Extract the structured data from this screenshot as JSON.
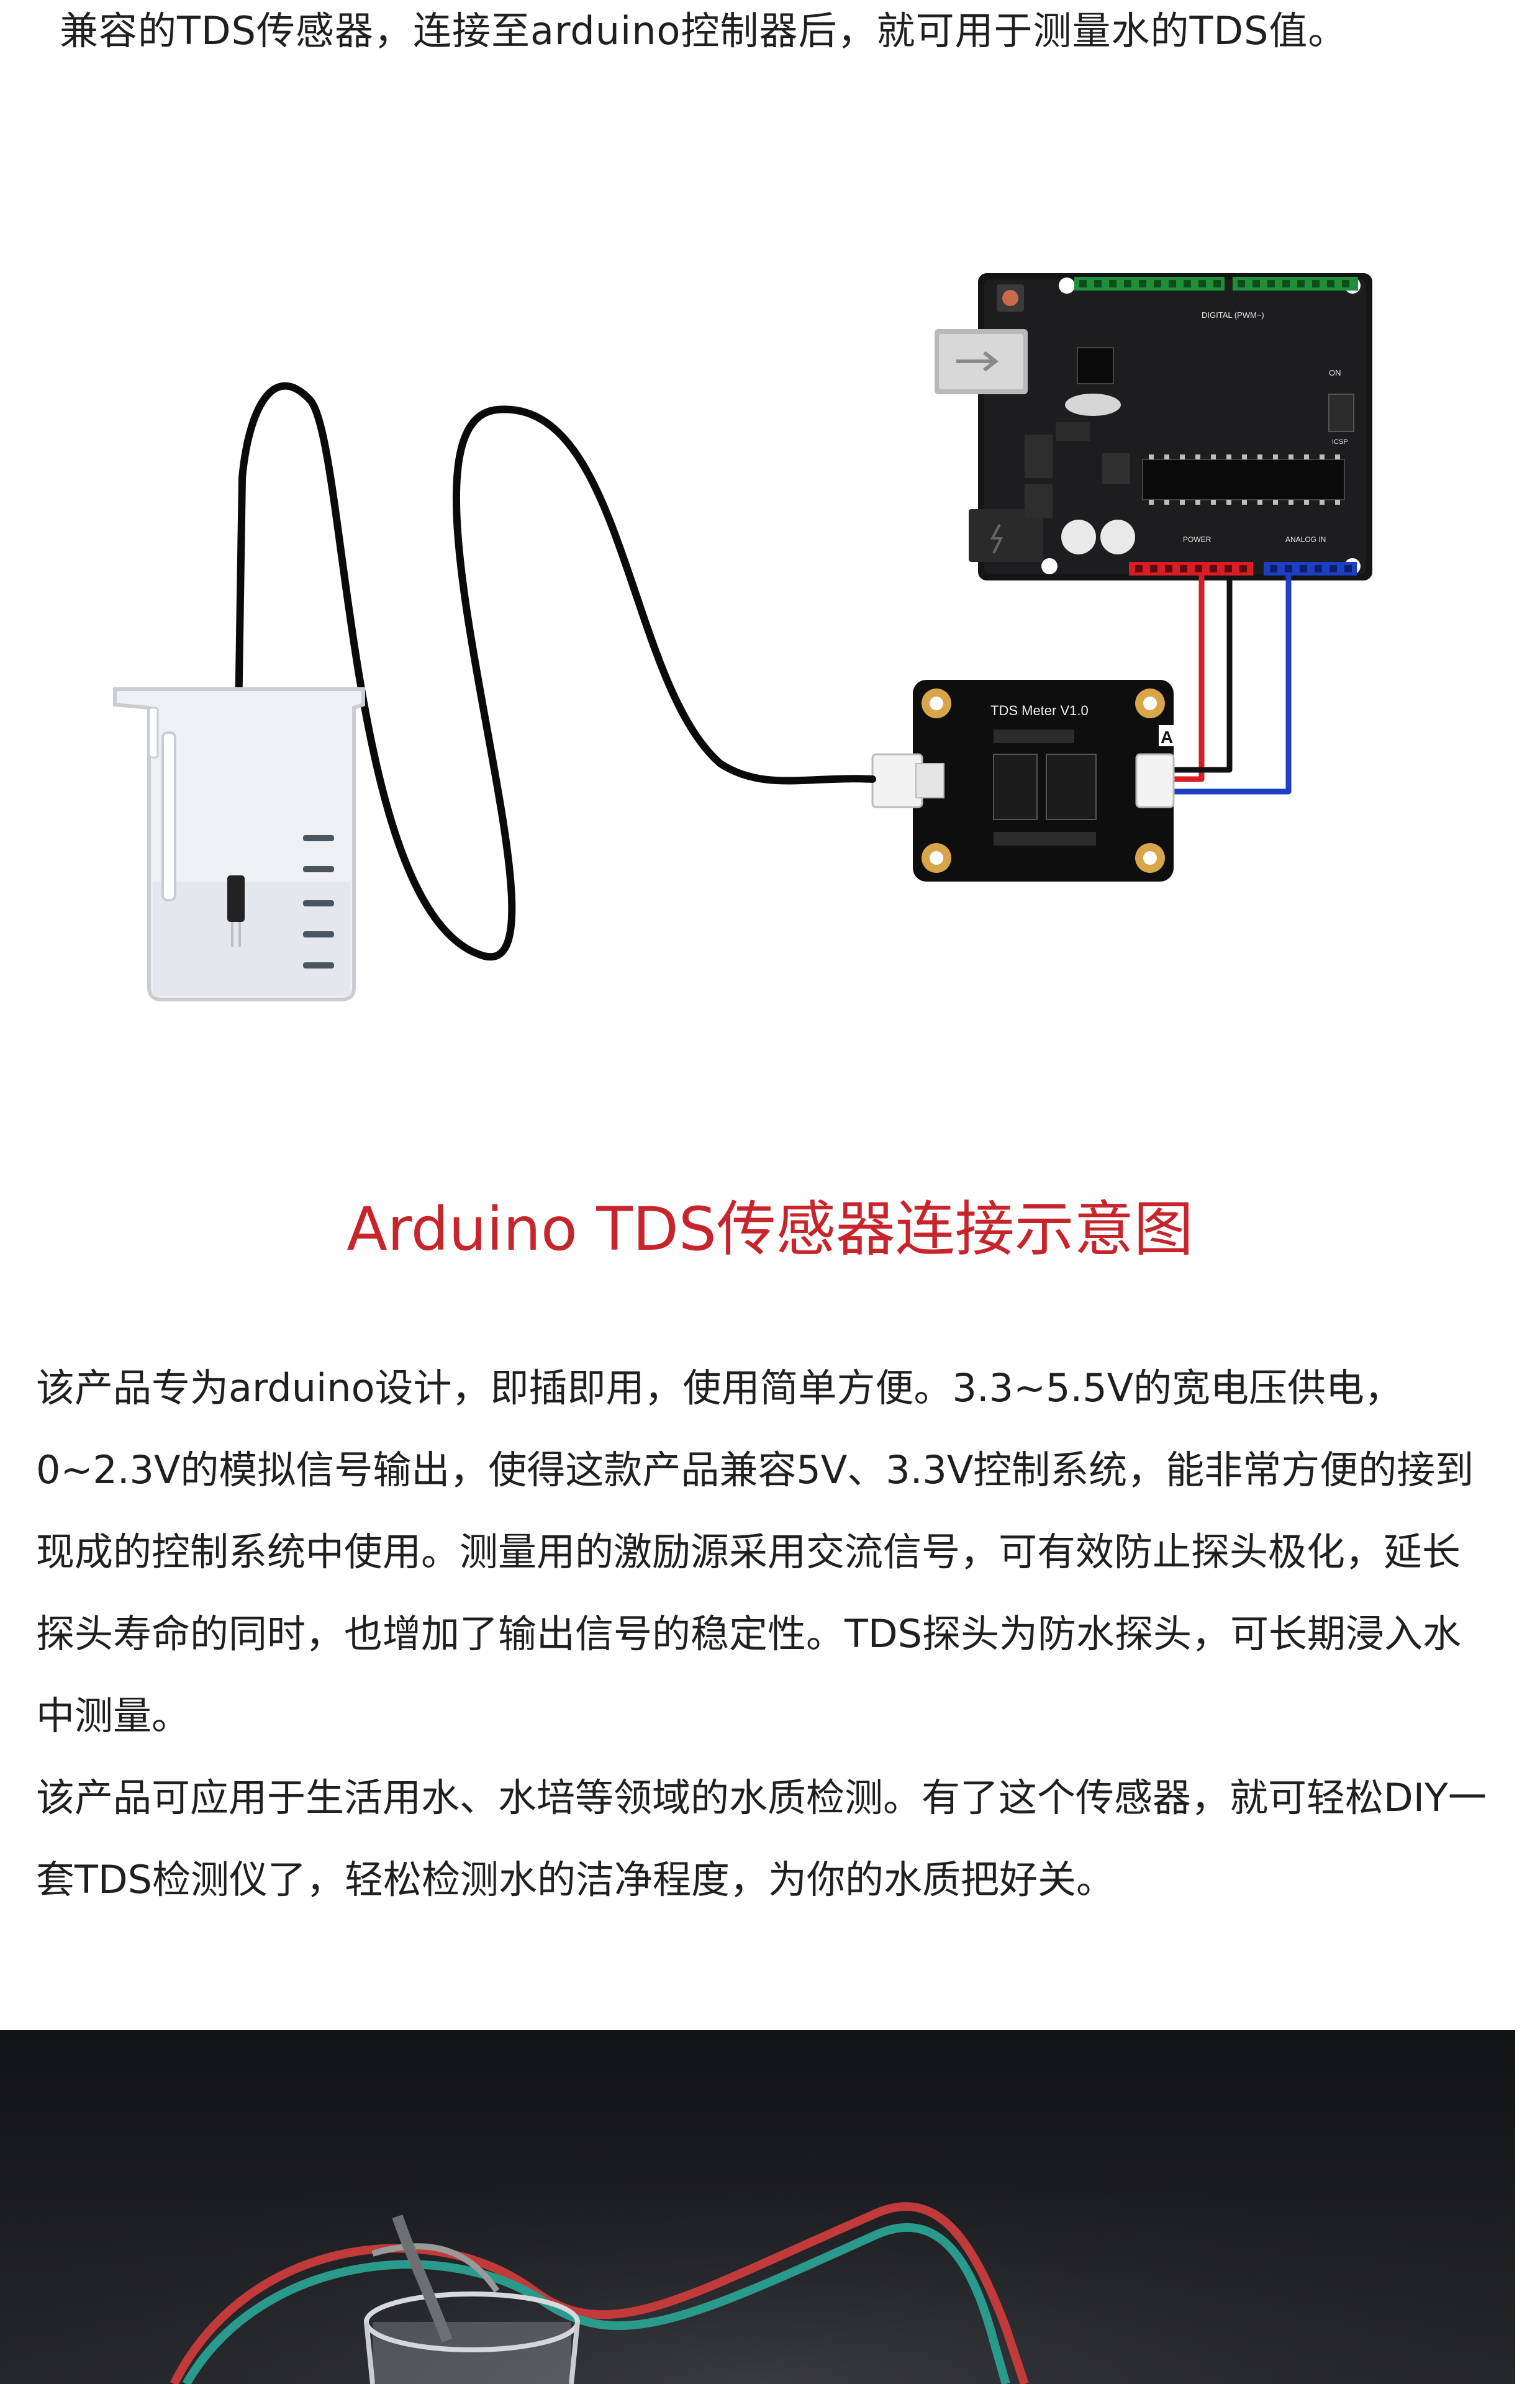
{
  "intro": {
    "text": "兼容的TDS传感器，连接至arduino控制器后，就可用于测量水的TDS值。"
  },
  "diagram": {
    "module_label": "TDS Meter V1.0",
    "arduino_labels": {
      "digital": "DIGITAL (PWM~)",
      "power": "POWER",
      "analog": "ANALOG IN",
      "on": "ON",
      "icsp": "ICSP"
    },
    "connector_mark": "A",
    "wire_colors": {
      "power": "#d81e24",
      "ground": "#111111",
      "signal": "#1c3fc4"
    }
  },
  "caption": {
    "text": "Arduino TDS传感器连接示意图",
    "color": "#c8242c"
  },
  "description": {
    "paragraph1": "该产品专为arduino设计，即插即用，使用简单方便。3.3~5.5V的宽电压供电，0~2.3V的模拟信号输出，使得这款产品兼容5V、3.3V控制系统，能非常方便的接到现成的控制系统中使用。测量用的激励源采用交流信号，可有效防止探头极化，延长探头寿命的同时，也增加了输出信号的稳定性。TDS探头为防水探头，可长期浸入水中测量。",
    "paragraph2": "该产品可应用于生活用水、水培等领域的水质检测。有了这个传感器，就可轻松DIY一套TDS检测仪了，轻松检测水的洁净程度，为你的水质把好关。"
  },
  "colors": {
    "text": "#1f1f1f",
    "accent_red": "#c8242c"
  }
}
